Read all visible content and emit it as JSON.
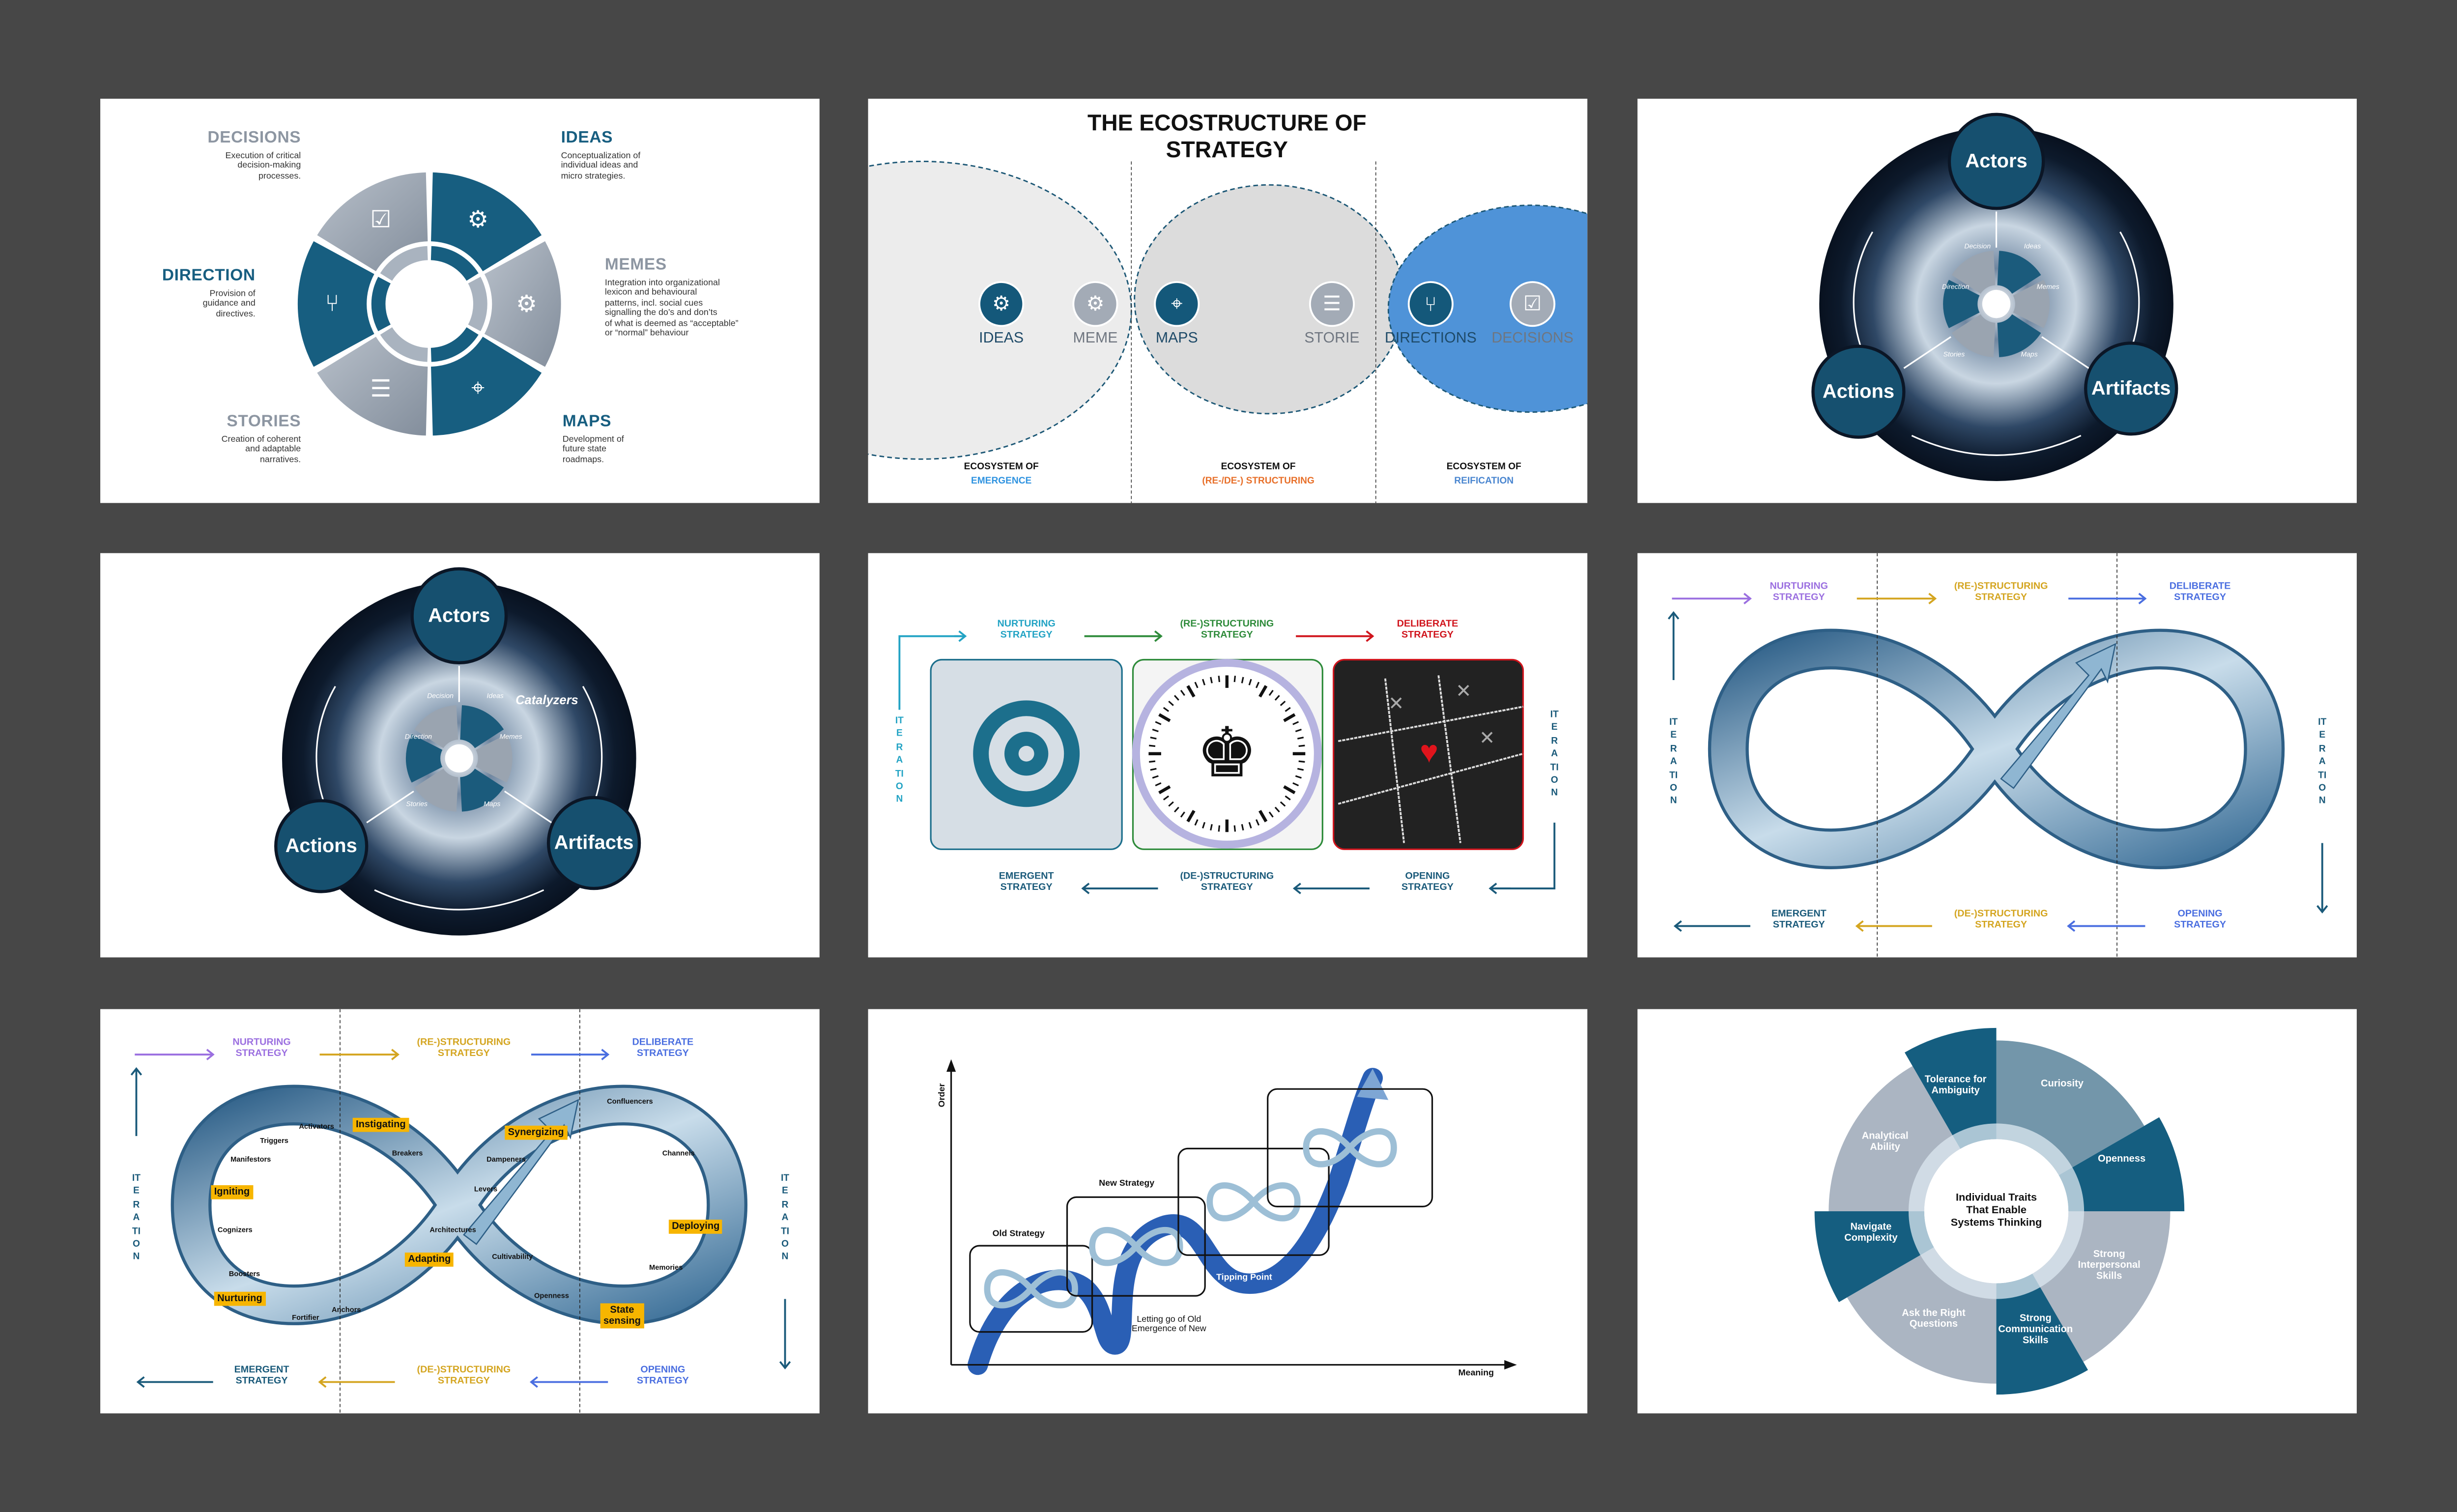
{
  "colors": {
    "background": "#474747",
    "dark_teal": "#175e80",
    "slate": "#9aa5b3",
    "purple": "#9b6fe0",
    "gold": "#d4a520",
    "blue": "#4a6ee0",
    "navy": "#1a5a7a",
    "cyan": "#22a3c4",
    "green": "#2e8b3a",
    "red": "#d0141c",
    "tag_yellow": "#f7b500"
  },
  "decision_wheel": {
    "decisions": {
      "title": "DECISIONS",
      "desc": "Execution of critical\ndecision-making\nprocesses.",
      "icon": "decision-person-icon"
    },
    "ideas": {
      "title": "IDEAS",
      "desc": "Conceptualization of\nindividual ideas and\nmicro strategies.",
      "icon": "lightbulb-gear-icon"
    },
    "direction": {
      "title": "DIRECTION",
      "desc": "Provision of\nguidance and\ndirectives.",
      "icon": "split-arrows-icon"
    },
    "memes": {
      "title": "MEMES",
      "desc": "Integration into organizational\nlexicon and behavioural\npatterns, incl. social cues\nsignalling the do’s and don’ts\nof what is deemed as “acceptable”\nor “normal” behaviour",
      "icon": "monitor-gear-icon"
    },
    "stories": {
      "title": "STORIES",
      "desc": "Creation of coherent\nand adaptable\nnarratives.",
      "icon": "document-person-icon"
    },
    "maps": {
      "title": "MAPS",
      "desc": "Development of\nfuture state\nroadmaps.",
      "icon": "map-pin-icon"
    }
  },
  "ecostructure": {
    "title": "THE ECOSTRUCTURE OF STRATEGY",
    "items": [
      "IDEAS",
      "MEME",
      "MAPS",
      "STORIE",
      "DIRECTIONS",
      "DECISIONS"
    ],
    "ecosystems": [
      {
        "prefix": "ECOSYSTEM OF",
        "name": "EMERGENCE",
        "color": "#2f93e0"
      },
      {
        "prefix": "ECOSYSTEM OF",
        "name": "(RE-/DE-) STRUCTURING",
        "color": "#e8702a"
      },
      {
        "prefix": "ECOSYSTEM OF",
        "name": "REIFICATION",
        "color": "#4a86d0"
      }
    ]
  },
  "actors_wheel": {
    "actors": "Actors",
    "actions": "Actions",
    "artifacts": "Artifacts",
    "inner": [
      "Decision",
      "Ideas",
      "Direction",
      "Memes",
      "Stories",
      "Maps"
    ]
  },
  "actors_wheel_catalyzers": {
    "actors": "Actors",
    "actions": "Actions",
    "artifacts": "Artifacts",
    "catalyzers": "Catalyzers",
    "inner": [
      "Decision",
      "Ideas",
      "Direction",
      "Memes",
      "Stories",
      "Maps"
    ]
  },
  "strategy_cycle": {
    "top": [
      "NURTURING\nSTRATEGY",
      "(RE-)STRUCTURING\nSTRATEGY",
      "DELIBERATE\nSTRATEGY"
    ],
    "bottom": [
      "EMERGENT\nSTRATEGY",
      "(DE-)STRUCTURING\nSTRATEGY",
      "OPENING\nSTRATEGY"
    ],
    "iteration": "ITERATION",
    "images": [
      "target-icon",
      "clock-chess-king-icon",
      "tic-tac-toe-heart-icon"
    ]
  },
  "infinity": {
    "top": [
      "NURTURING\nSTRATEGY",
      "(RE-)STRUCTURING\nSTRATEGY",
      "DELIBERATE\nSTRATEGY"
    ],
    "bottom": [
      "EMERGENT\nSTRATEGY",
      "(DE-)STRUCTURING\nSTRATEGY",
      "OPENING\nSTRATEGY"
    ],
    "iteration": "ITERATION"
  },
  "infinity_detailed": {
    "top": [
      "NURTURING\nSTRATEGY",
      "(RE-)STRUCTURING\nSTRATEGY",
      "DELIBERATE\nSTRATEGY"
    ],
    "bottom": [
      "EMERGENT\nSTRATEGY",
      "(DE-)STRUCTURING\nSTRATEGY",
      "OPENING\nSTRATEGY"
    ],
    "iteration": "ITERATION",
    "stages": [
      "Instigating",
      "Synergizing",
      "Igniting",
      "Deploying",
      "Adapting",
      "Nurturing",
      "State\nsensing"
    ],
    "factors": [
      "Activators",
      "Triggers",
      "Manifestors",
      "Breakers",
      "Dampeners",
      "Levers",
      "Architectures",
      "Cognizers",
      "Cultivability",
      "Memories",
      "Boosters",
      "Openness",
      "Anchors",
      "Fortifier",
      "Confluencers",
      "Channels"
    ]
  },
  "order_meaning": {
    "y_axis": "Order",
    "x_axis": "Meaning",
    "old_strategy": "Old Strategy",
    "new_strategy": "New Strategy",
    "tipping_point": "Tipping Point",
    "letting_go": "Letting go of Old\nEmergence of New"
  },
  "traits_wheel": {
    "center": "Individual Traits\nThat Enable\nSystems Thinking",
    "traits": [
      "Tolerance for\nAmbiguity",
      "Curiosity",
      "Openness",
      "Strong\nInterpersonal\nSkills",
      "Strong\nCommunication\nSkills",
      "Ask the Right\nQuestions",
      "Navigate\nComplexity",
      "Analytical\nAbility"
    ]
  }
}
